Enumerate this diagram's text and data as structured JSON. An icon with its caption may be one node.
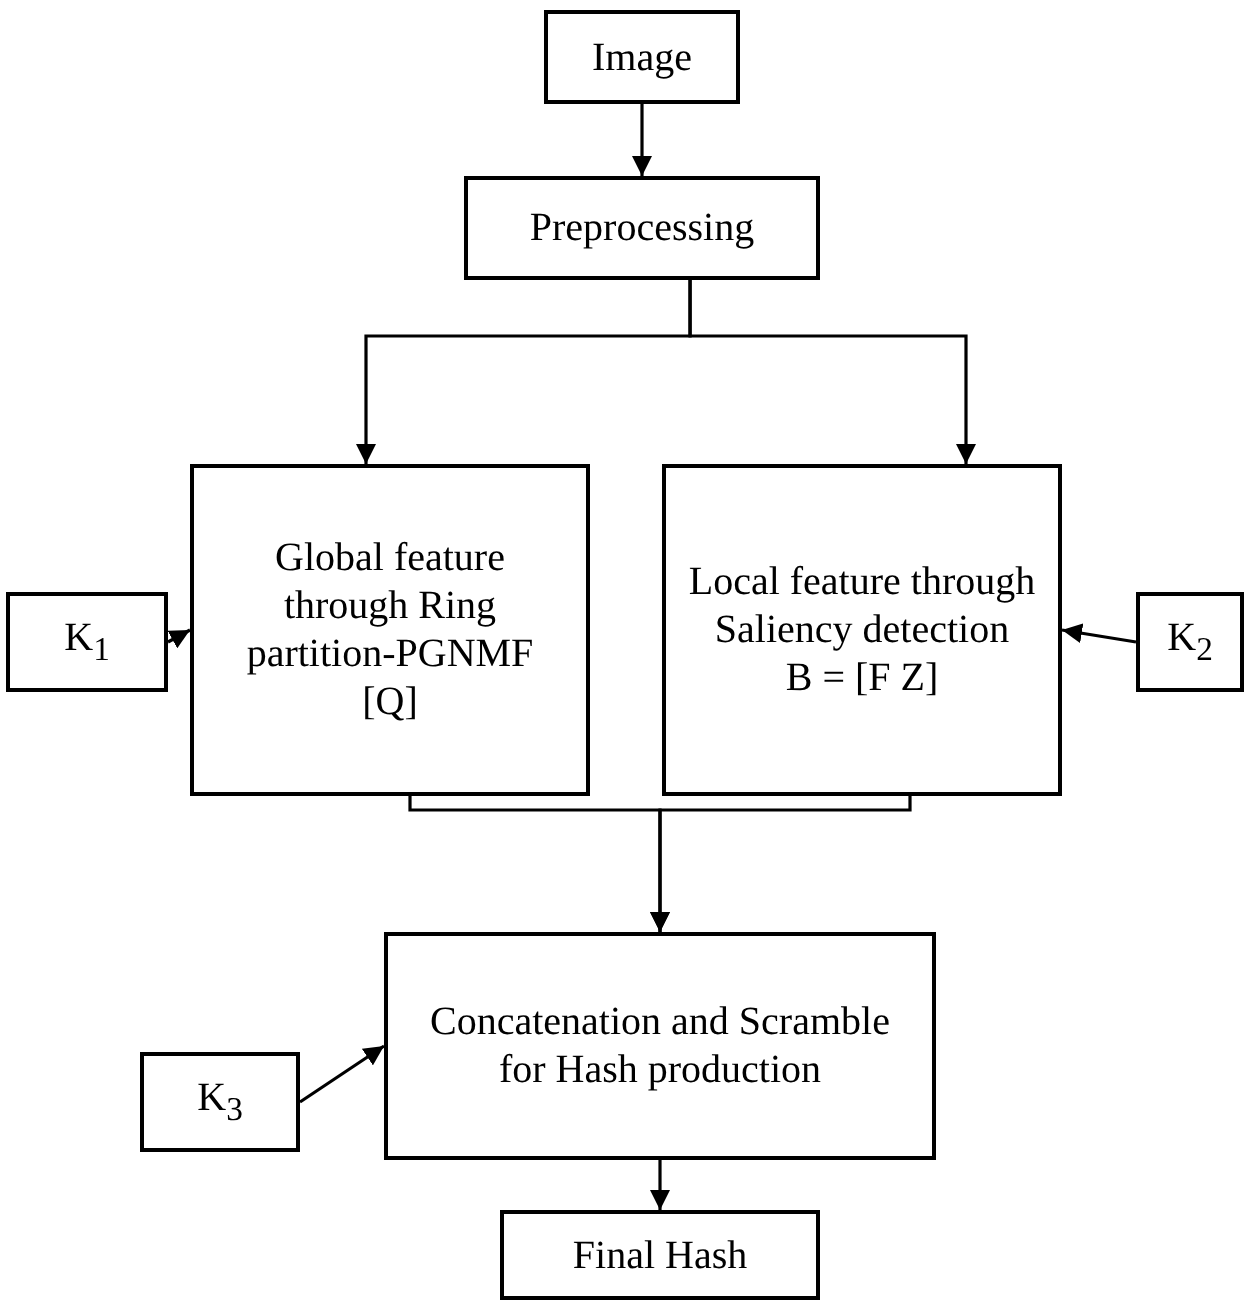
{
  "diagram": {
    "nodes": [
      {
        "text": [
          "Image"
        ]
      },
      {
        "text": [
          "Preprocessing"
        ]
      },
      {
        "text": [
          "Global feature through Ring partition-PGNMF",
          "[Q]"
        ]
      },
      {
        "text": [
          "Local feature through Saliency detection",
          "B = [F Z]"
        ]
      },
      {
        "text": [
          "K$_{1}$"
        ]
      },
      {
        "text": [
          "K$_{2}$"
        ]
      },
      {
        "text": [
          "Concatenation and Scramble for Hash production"
        ]
      },
      {
        "text": [
          "K$_{3}$"
        ]
      },
      {
        "text": [
          "Final Hash"
        ]
      }
    ],
    "edges": [
      {
        "from": 0,
        "to": 1,
        "arrow": "to"
      },
      {
        "from": 1,
        "to": 2,
        "arrow": "to"
      },
      {
        "from": 1,
        "to": 3,
        "arrow": "to"
      },
      {
        "from": 4,
        "to": 2,
        "arrow": "to"
      },
      {
        "from": 5,
        "to": 3,
        "arrow": "to"
      },
      {
        "from": 2,
        "to": 6,
        "arrow": "to"
      },
      {
        "from": 3,
        "to": 6,
        "arrow": "to"
      },
      {
        "from": 7,
        "to": 6,
        "arrow": "to"
      },
      {
        "from": 6,
        "to": 8,
        "arrow": "to"
      }
    ]
  }
}
